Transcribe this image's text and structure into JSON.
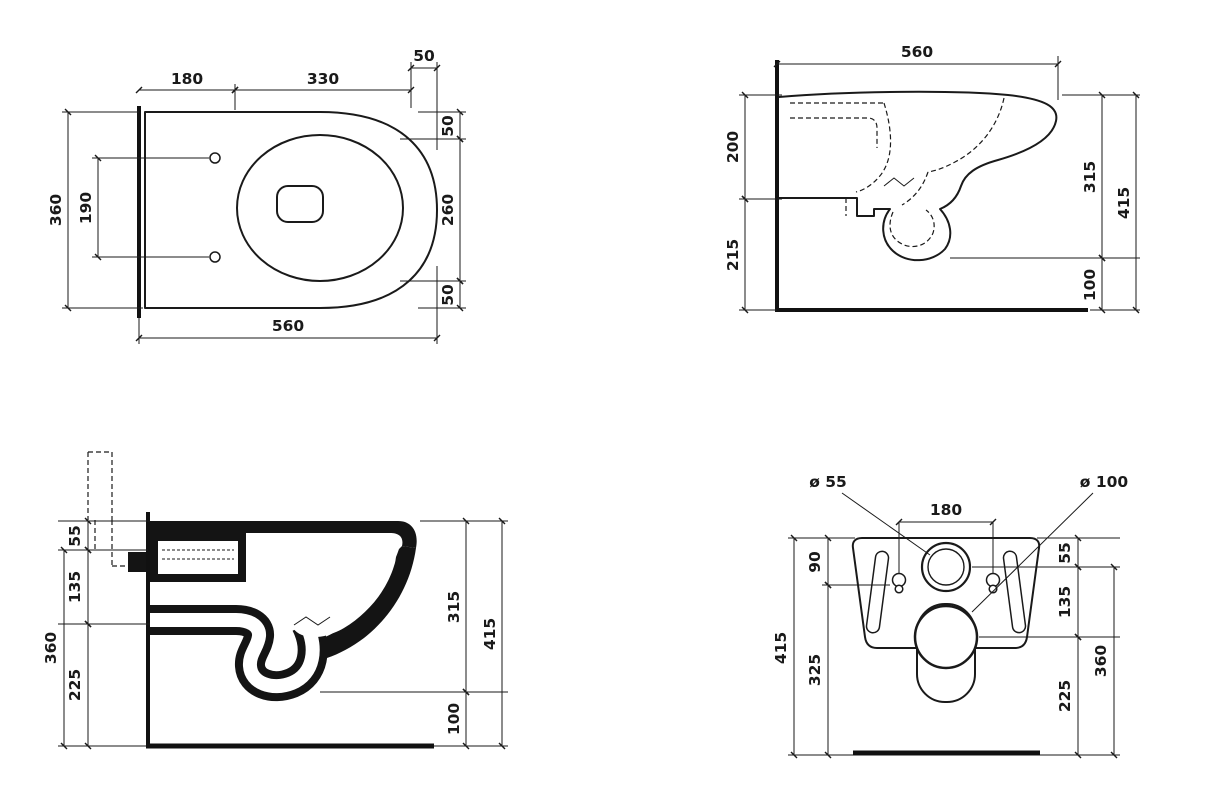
{
  "drawing": {
    "line_color": "#1a1a1a",
    "background": "#ffffff"
  },
  "plan": {
    "dim_180": "180",
    "dim_330": "330",
    "dim_50_top": "50",
    "dim_50_right_upper": "50",
    "dim_260": "260",
    "dim_50_right_lower": "50",
    "dim_360": "360",
    "dim_190": "190",
    "dim_560": "560"
  },
  "side": {
    "dim_560": "560",
    "dim_200": "200",
    "dim_215": "215",
    "dim_315": "315",
    "dim_415": "415",
    "dim_100": "100"
  },
  "section": {
    "dim_55": "55",
    "dim_135": "135",
    "dim_360": "360",
    "dim_225": "225",
    "dim_315": "315",
    "dim_415": "415",
    "dim_100": "100"
  },
  "rear": {
    "label_dia_55": "ø 55",
    "label_dia_100": "ø 100",
    "dim_180": "180",
    "dim_90": "90",
    "dim_415": "415",
    "dim_325": "325",
    "dim_55": "55",
    "dim_135": "135",
    "dim_360": "360",
    "dim_225": "225"
  }
}
